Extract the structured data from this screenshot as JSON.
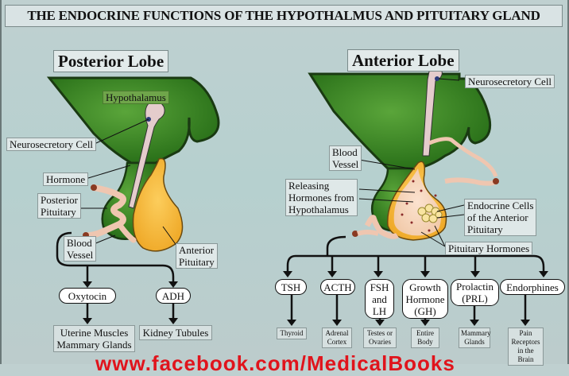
{
  "title": "THE ENDOCRINE FUNCTIONS OF THE HYPOTHALMUS AND PITUITARY GLAND",
  "colors": {
    "hypothalamus_green": "#2f7d1e",
    "anterior_yellow": "#f3b22c",
    "vessel_pink": "#f0c9b4",
    "watermark_red": "#e0141c"
  },
  "posterior": {
    "title": "Posterior Lobe",
    "labels": {
      "hypothalamus": "Hypothalamus",
      "neurosecretory_cell": "Neurosecretory Cell",
      "hormone": "Hormone",
      "posterior_pituitary": "Posterior\nPituitary",
      "blood_vessel": "Blood\nVessel",
      "anterior_pituitary": "Anterior\nPituitary"
    },
    "hormones": [
      {
        "name": "Oxytocin",
        "target": "Uterine Muscles\nMammary Glands"
      },
      {
        "name": "ADH",
        "target": "Kidney Tubules"
      }
    ]
  },
  "anterior": {
    "title": "Anterior Lobe",
    "labels": {
      "neurosecretory_cell": "Neurosecretory Cell",
      "blood_vessel": "Blood\nVessel",
      "releasing_hormones": "Releasing\nHormones from\nHypothalamus",
      "endocrine_cells": "Endocrine Cells\nof the Anterior\nPituitary",
      "pituitary_hormones": "Pituitary Hormones"
    },
    "hormones": [
      {
        "name": "TSH",
        "target": "Thyroid"
      },
      {
        "name": "ACTH",
        "target": "Adrenal\nCortex"
      },
      {
        "name": "FSH\nand\nLH",
        "target": "Testes or\nOvaries"
      },
      {
        "name": "Growth\nHormone\n(GH)",
        "target": "Entire\nBody"
      },
      {
        "name": "Prolactin\n(PRL)",
        "target": "Mammary\nGlands"
      },
      {
        "name": "Endorphines",
        "target": "Pain\nReceptors\nin the\nBrain"
      }
    ]
  },
  "watermark": "www.facebook.com/MedicalBooks"
}
